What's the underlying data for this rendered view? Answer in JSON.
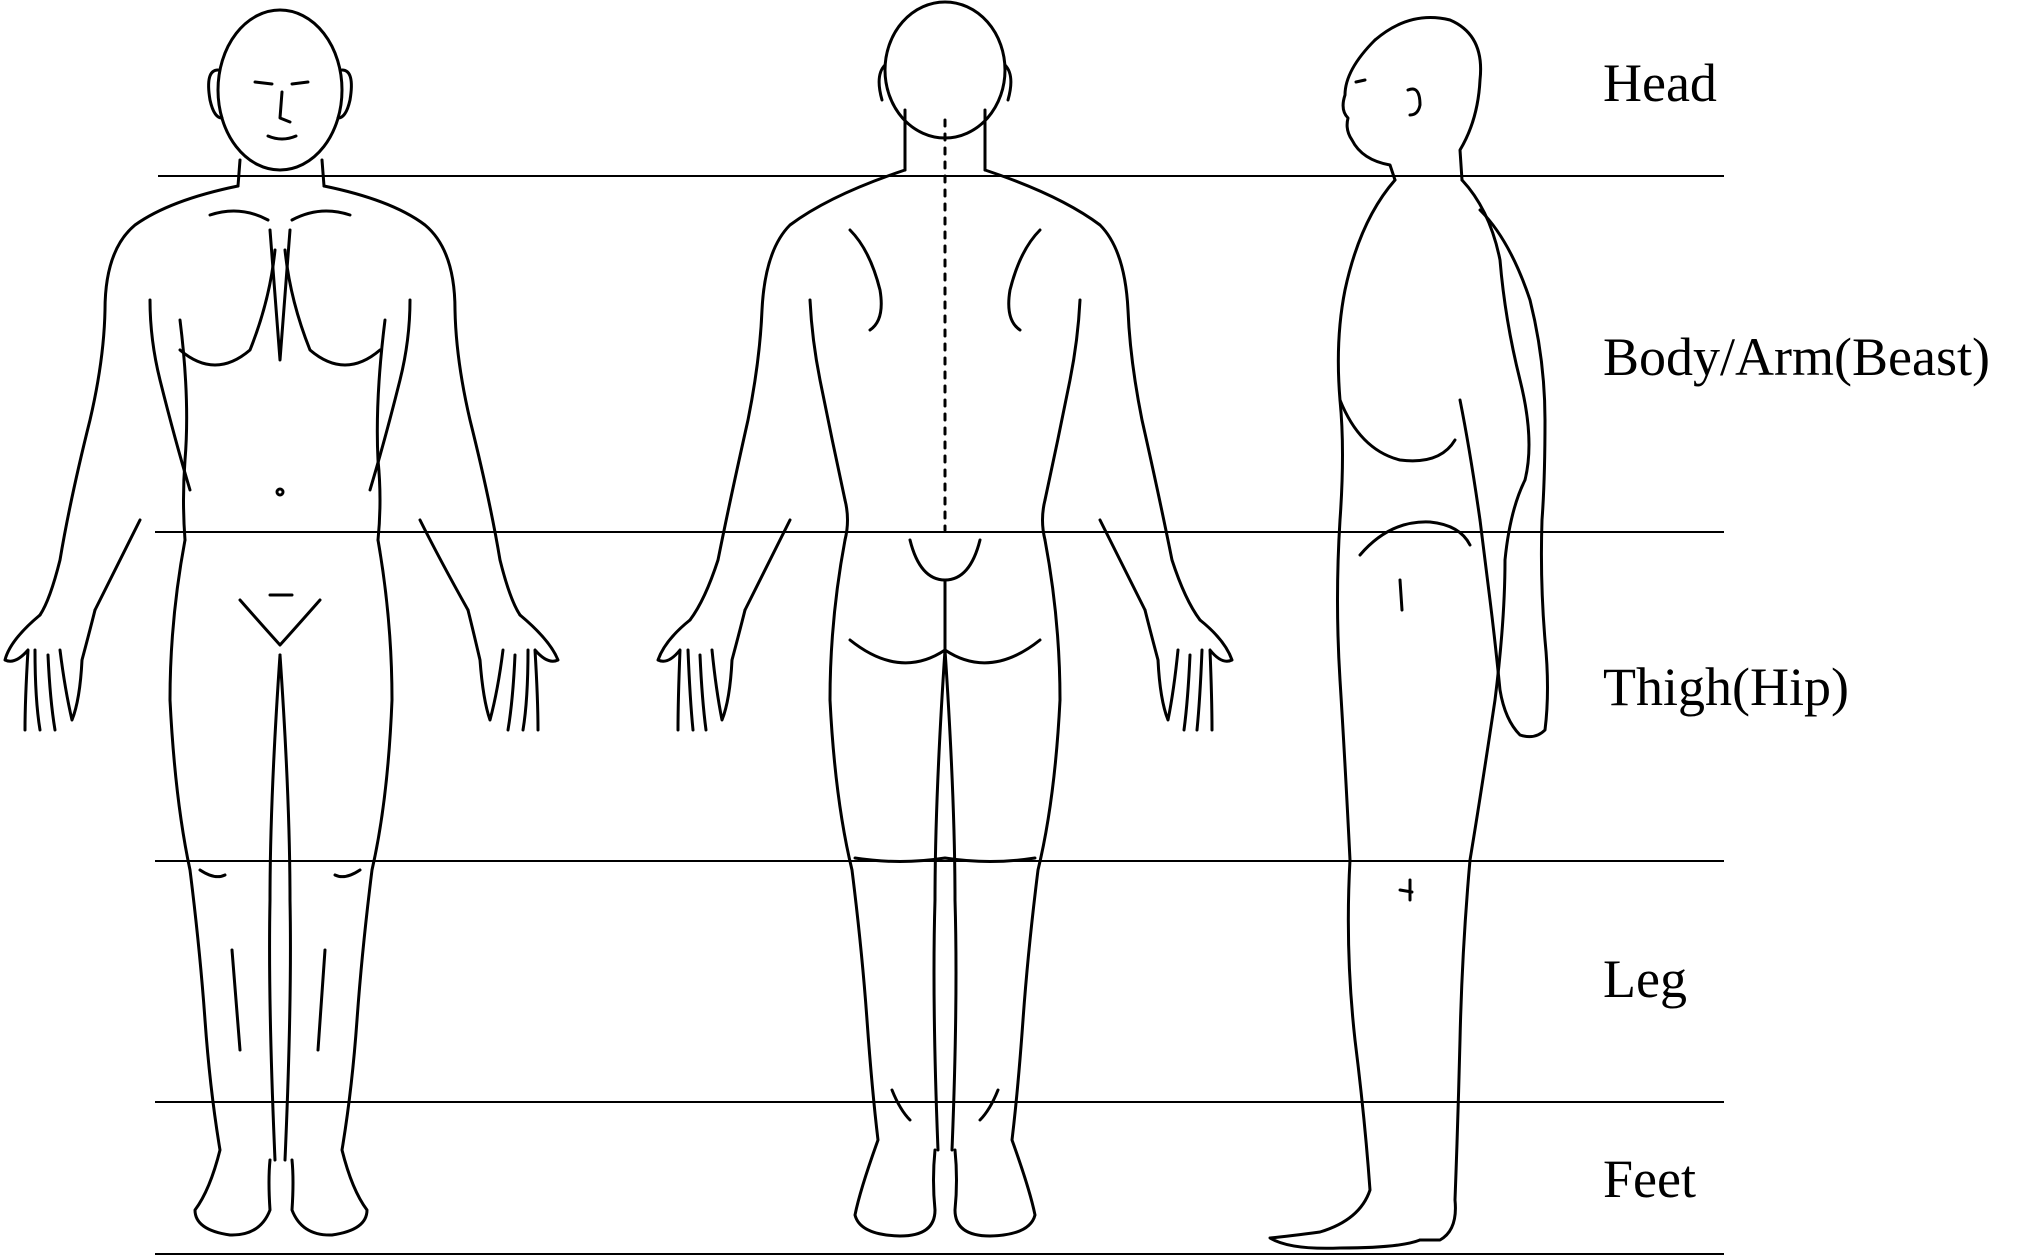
{
  "regions": [
    {
      "key": "head",
      "label": "Head"
    },
    {
      "key": "body",
      "label": "Body/Arm(Beast)"
    },
    {
      "key": "thigh",
      "label": "Thigh(Hip)"
    },
    {
      "key": "leg",
      "label": "Leg"
    },
    {
      "key": "feet",
      "label": "Feet"
    }
  ],
  "figures": [
    {
      "view": "front",
      "icon": "human-body-front-icon"
    },
    {
      "view": "back",
      "icon": "human-body-back-icon"
    },
    {
      "view": "side",
      "icon": "human-body-side-icon"
    }
  ]
}
